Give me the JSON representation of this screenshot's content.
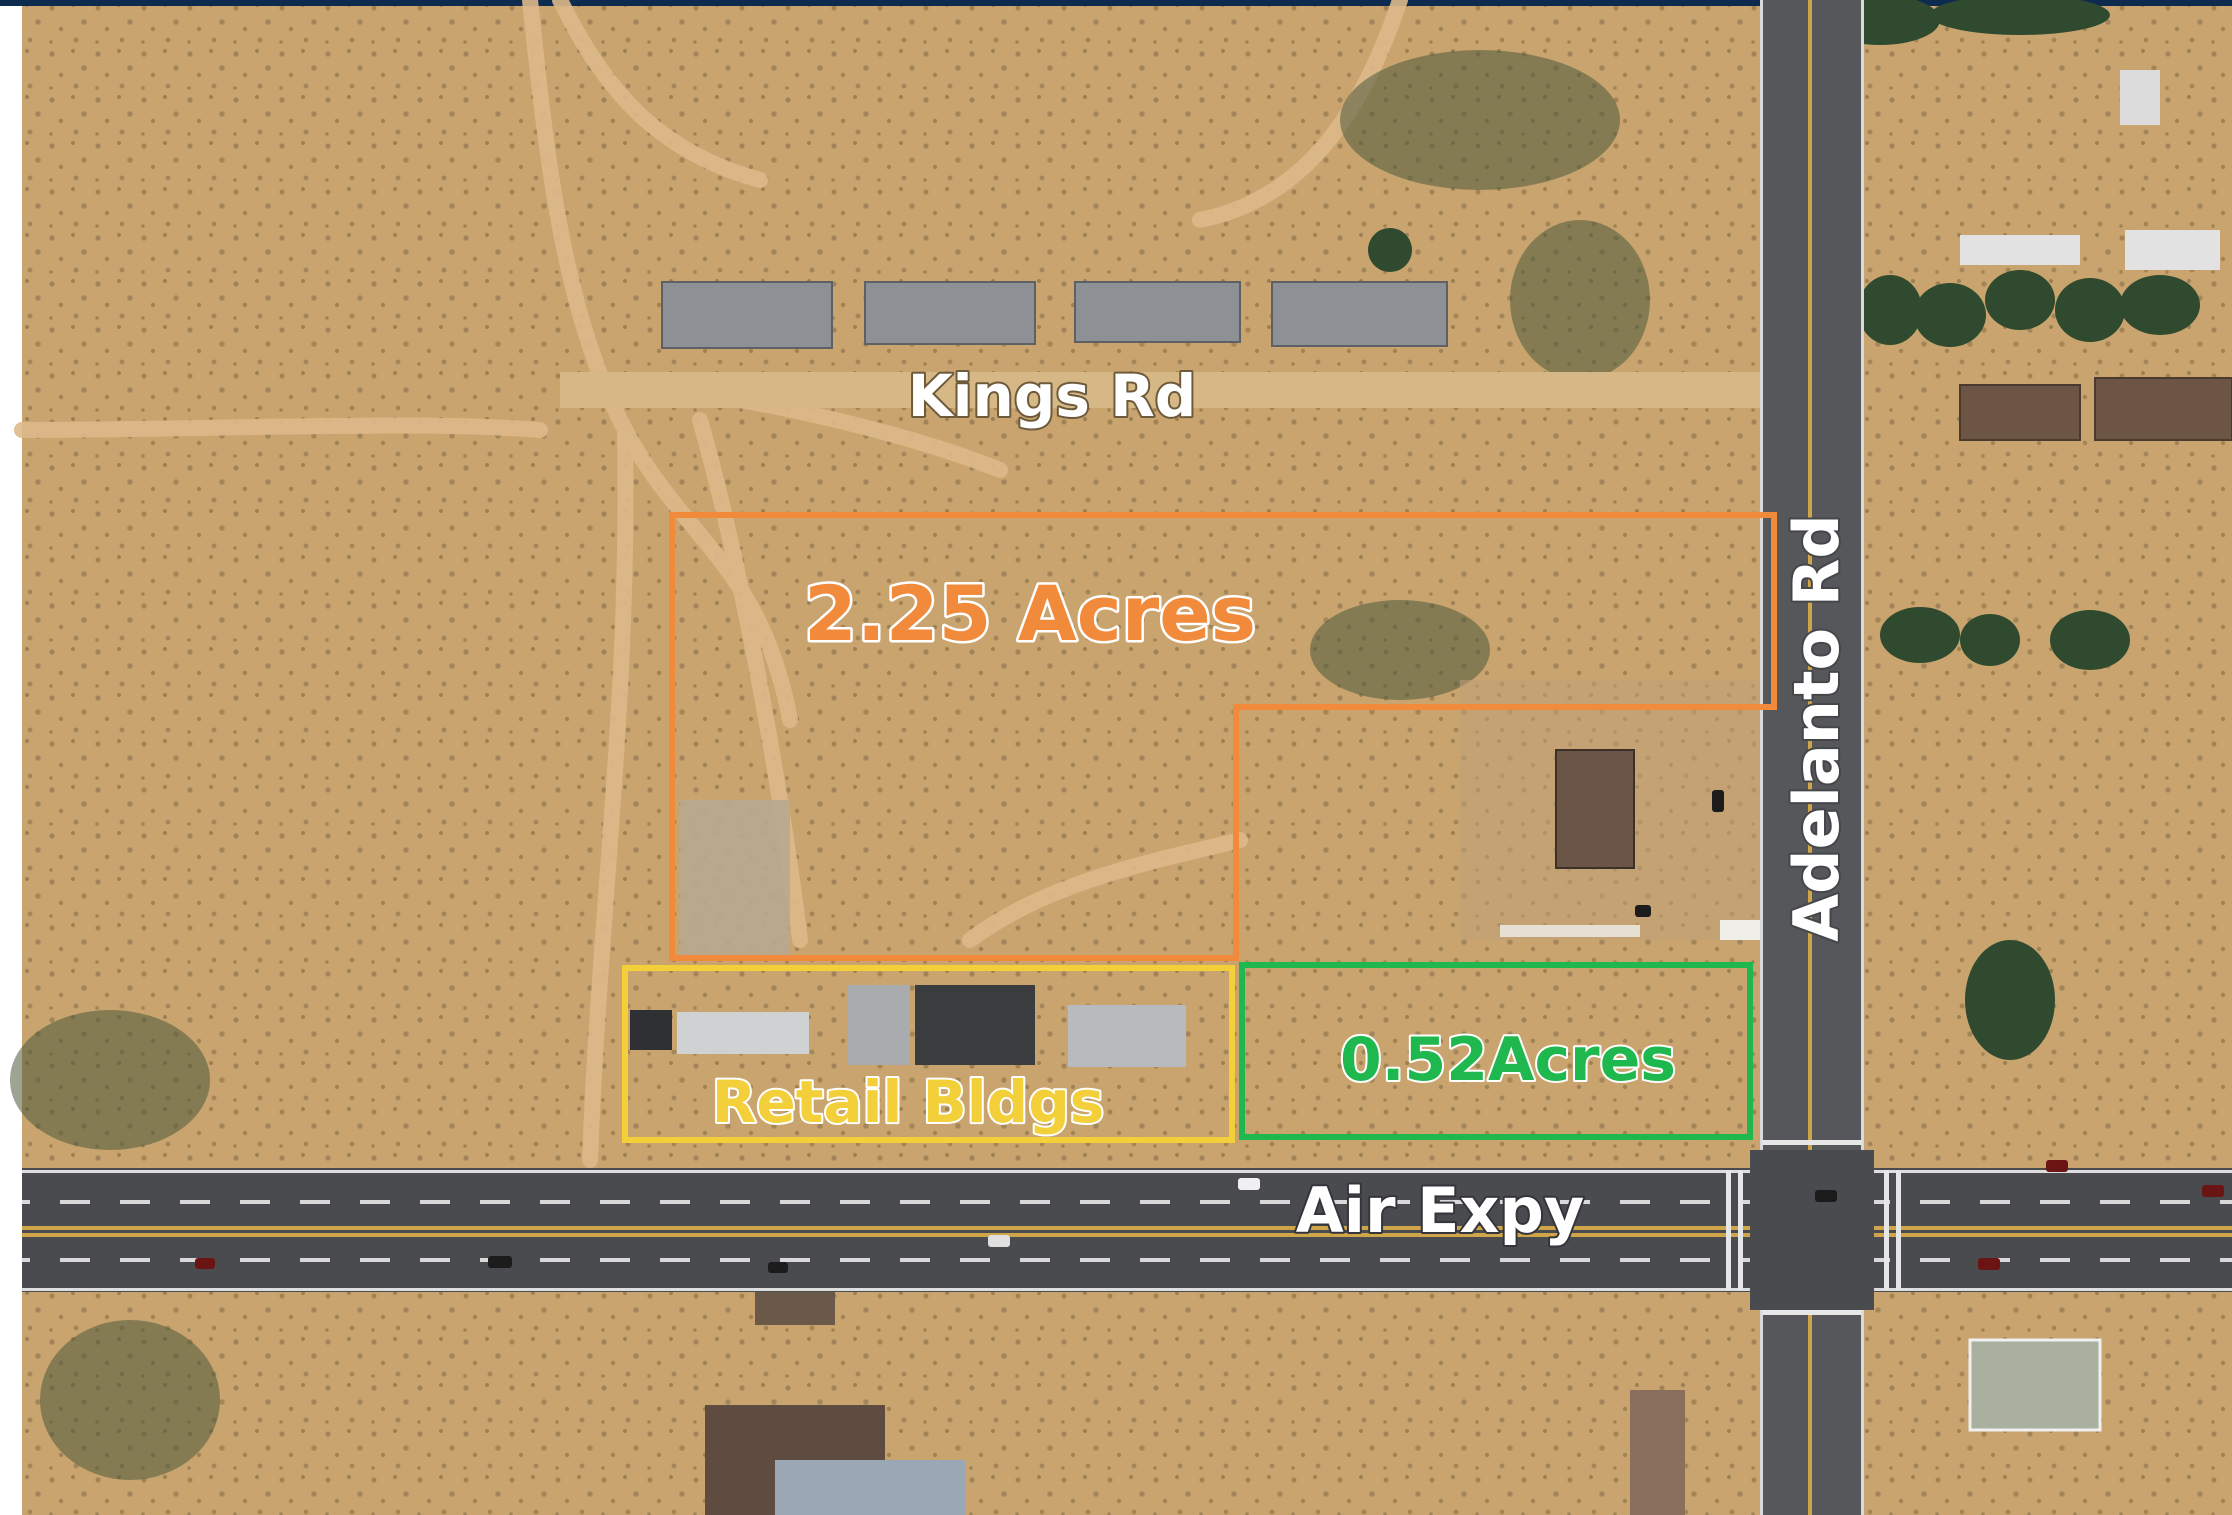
{
  "map": {
    "roads": {
      "kings_rd": "Kings Rd",
      "adelanto_rd": "Adelanto Rd",
      "air_expy": "Air Expy"
    },
    "parcels": {
      "main_parcel": {
        "label": "2.25 Acres",
        "color": "#f28a3c"
      },
      "corner_parcel": {
        "label": "0.52Acres",
        "color": "#1fb84f"
      },
      "retail": {
        "label": "Retail Bldgs",
        "color": "#f3cf3a"
      }
    },
    "colors": {
      "desert": "#c9a46e",
      "road_asphalt": "#4a4b4f",
      "frame_bar": "#0d2b4e",
      "building_roof": "#8a8d91"
    }
  }
}
